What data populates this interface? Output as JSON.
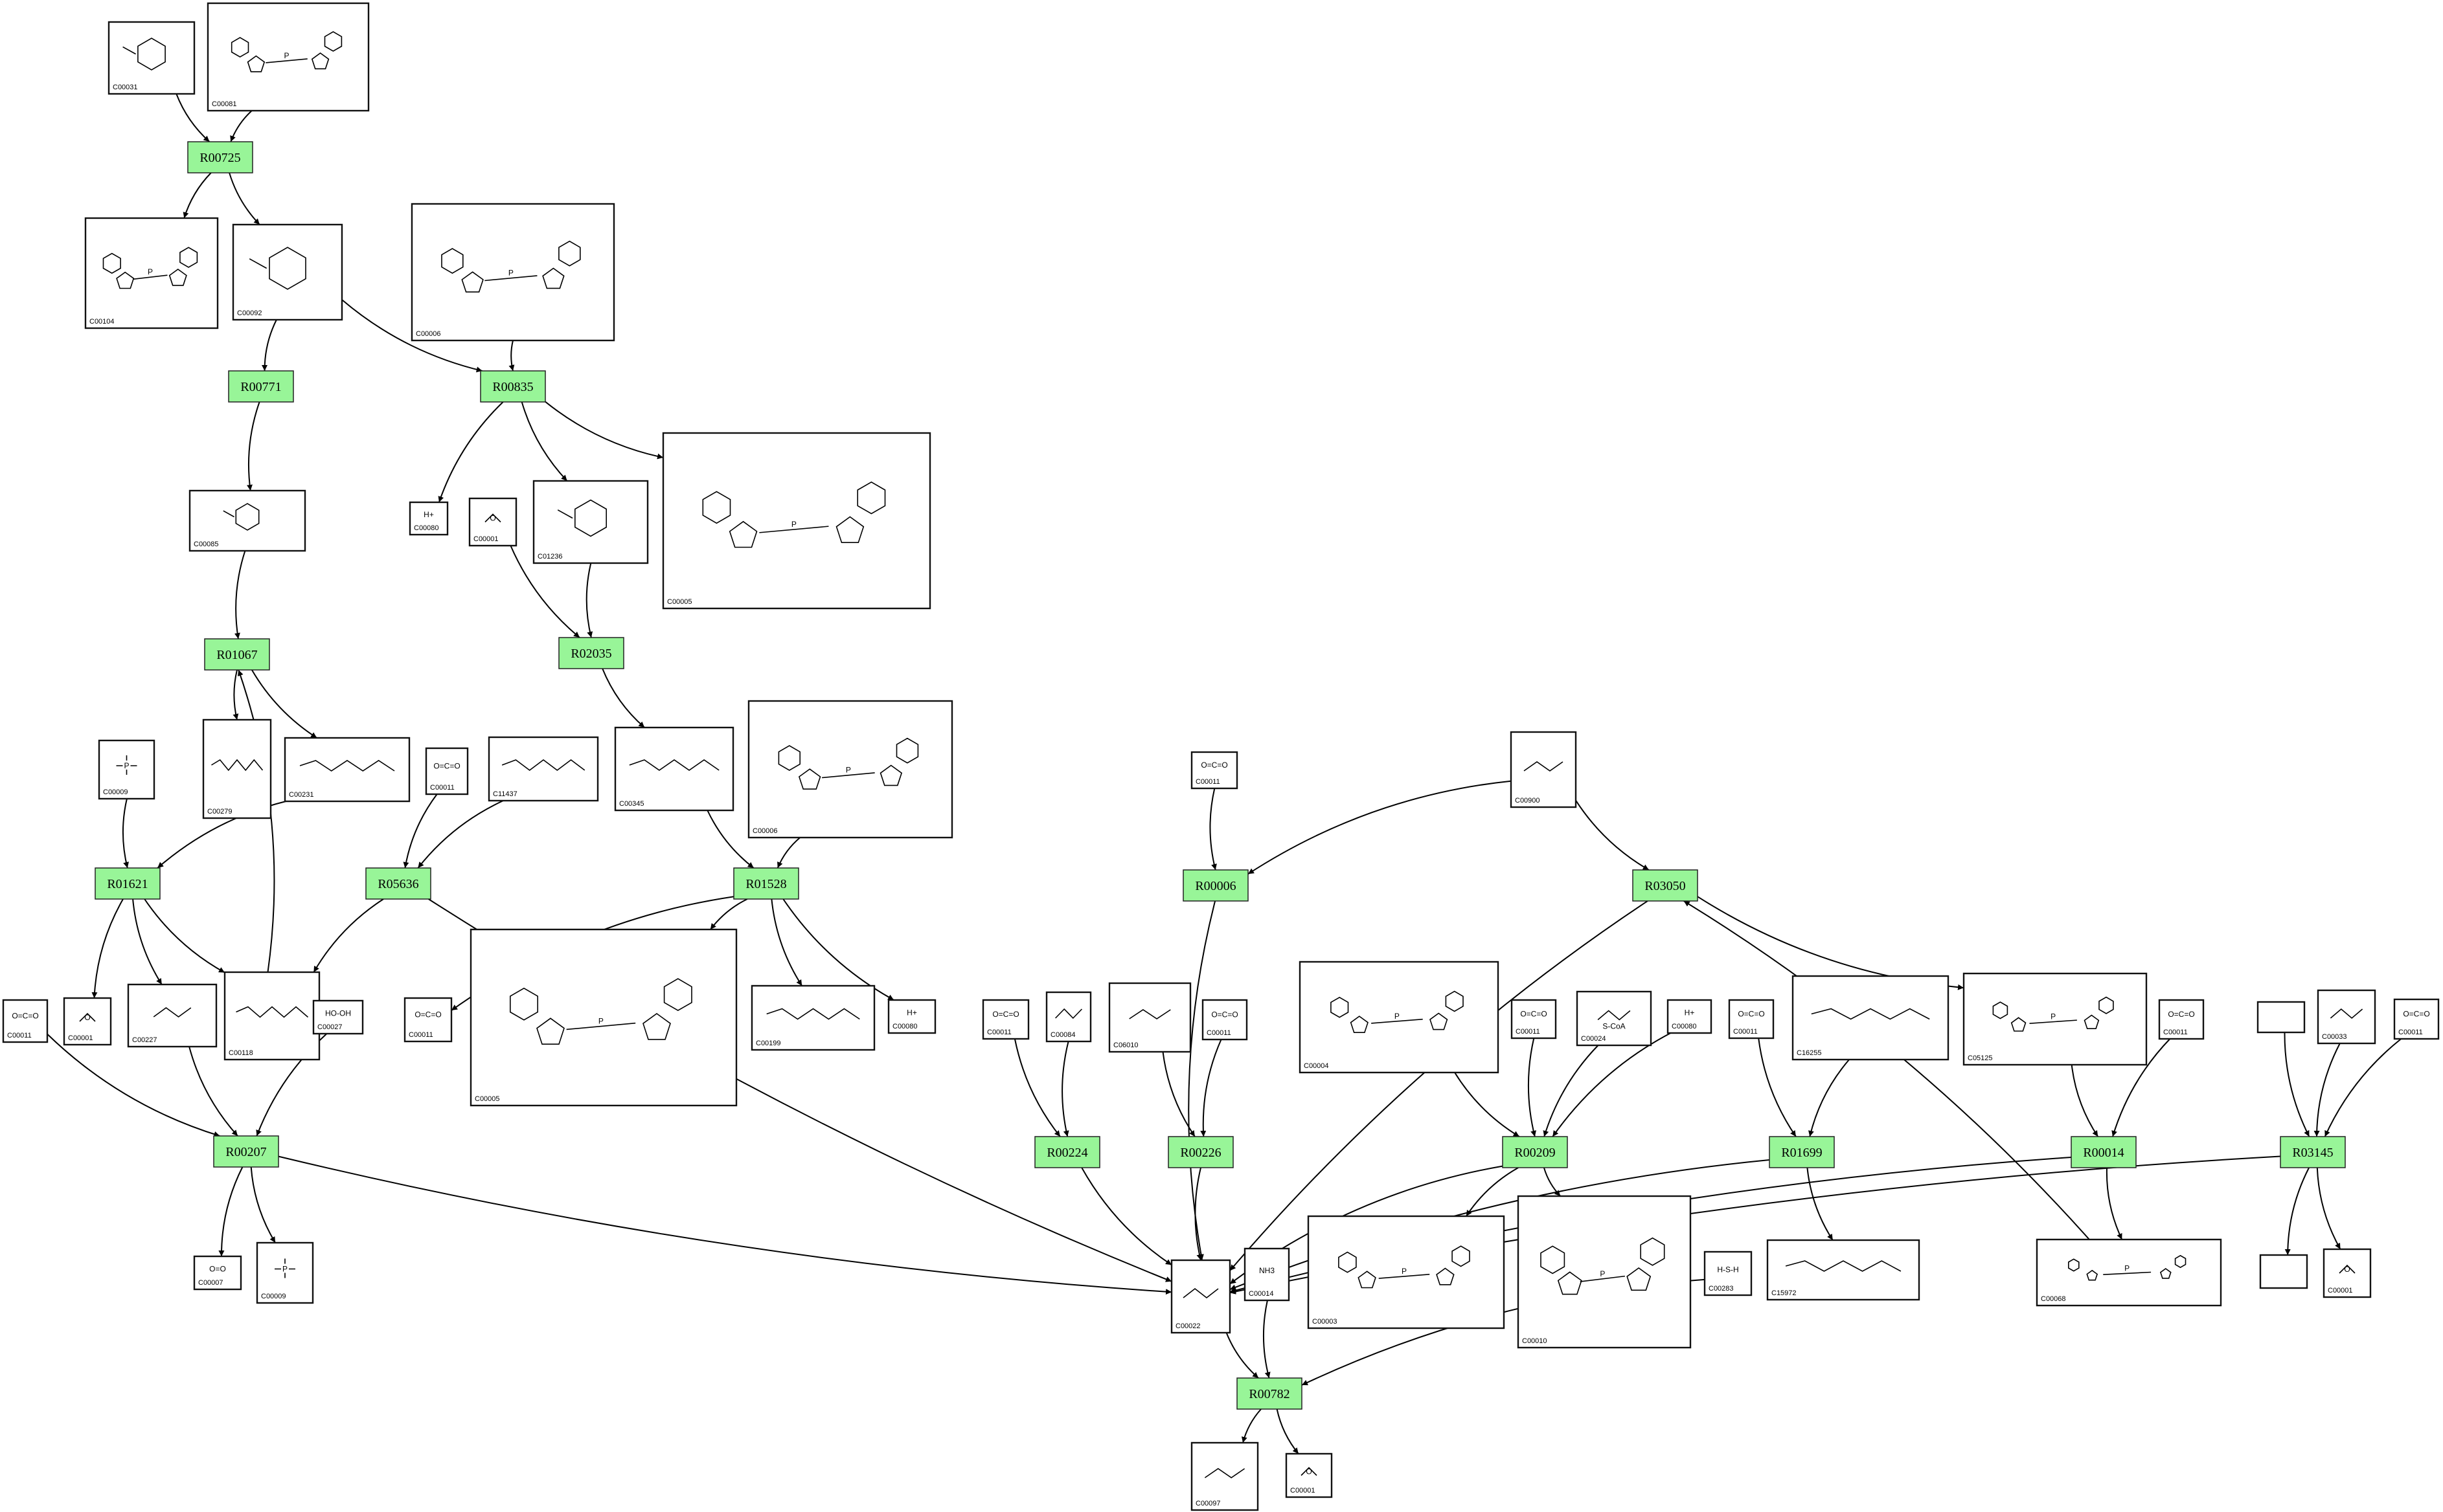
{
  "diagram": {
    "colors": {
      "reaction_fill": "#98f598",
      "compound_fill": "#ffffff",
      "stroke": "#000000"
    },
    "reactions": [
      {
        "id": "R00725",
        "label": "R00725"
      },
      {
        "id": "R00771",
        "label": "R00771"
      },
      {
        "id": "R00835",
        "label": "R00835"
      },
      {
        "id": "R01067",
        "label": "R01067"
      },
      {
        "id": "R02035",
        "label": "R02035"
      },
      {
        "id": "R01621",
        "label": "R01621"
      },
      {
        "id": "R05636",
        "label": "R05636"
      },
      {
        "id": "R01528",
        "label": "R01528"
      },
      {
        "id": "R00006",
        "label": "R00006"
      },
      {
        "id": "R03050",
        "label": "R03050"
      },
      {
        "id": "R00207",
        "label": "R00207"
      },
      {
        "id": "R00224",
        "label": "R00224"
      },
      {
        "id": "R00226",
        "label": "R00226"
      },
      {
        "id": "R00209",
        "label": "R00209"
      },
      {
        "id": "R01699",
        "label": "R01699"
      },
      {
        "id": "R00014",
        "label": "R00014"
      },
      {
        "id": "R03145",
        "label": "R03145"
      },
      {
        "id": "R00782",
        "label": "R00782"
      }
    ],
    "compounds": [
      {
        "id": "C00031a",
        "label": "C00031",
        "icon": "hexose-ring"
      },
      {
        "id": "C00081",
        "label": "C00081",
        "icon": "nucleotide-triphosphate"
      },
      {
        "id": "C00104",
        "label": "C00104",
        "icon": "nucleotide-diphosphate"
      },
      {
        "id": "C00092",
        "label": "C00092",
        "icon": "hexose-phosphate"
      },
      {
        "id": "C00006a",
        "label": "C00006",
        "icon": "nadp"
      },
      {
        "id": "C00085",
        "label": "C00085",
        "icon": "fructose-phosphate"
      },
      {
        "id": "C00080a",
        "label": "C00080",
        "icon": "proton",
        "text": "H+"
      },
      {
        "id": "C00001a",
        "label": "C00001",
        "icon": "water"
      },
      {
        "id": "C01236",
        "label": "C01236",
        "icon": "lactone-phosphate"
      },
      {
        "id": "C00005a",
        "label": "C00005",
        "icon": "nadph"
      },
      {
        "id": "C00279",
        "label": "C00279",
        "icon": "erythrose-phosphate"
      },
      {
        "id": "C00231",
        "label": "C00231",
        "icon": "xylulose-phosphate"
      },
      {
        "id": "C00009a",
        "label": "C00009",
        "icon": "phosphate"
      },
      {
        "id": "C00011a",
        "label": "C00011",
        "icon": "co2"
      },
      {
        "id": "C11437",
        "label": "C11437",
        "icon": "deoxyxylulose-phosphate"
      },
      {
        "id": "C00345",
        "label": "C00345",
        "icon": "gluconate-phosphate"
      },
      {
        "id": "C00006b",
        "label": "C00006",
        "icon": "nadp"
      },
      {
        "id": "C00011b",
        "label": "C00011",
        "icon": "co2"
      },
      {
        "id": "C00900",
        "label": "C00900",
        "icon": "acetolactate"
      },
      {
        "id": "C00011c",
        "label": "C00011",
        "icon": "co2"
      },
      {
        "id": "C00001b",
        "label": "C00001",
        "icon": "water"
      },
      {
        "id": "C00227",
        "label": "C00227",
        "icon": "acetyl-phosphate"
      },
      {
        "id": "C00118",
        "label": "C00118",
        "icon": "glyceraldehyde-phosphate"
      },
      {
        "id": "C00027",
        "label": "C00027",
        "icon": "peroxide",
        "text": "HO-OH"
      },
      {
        "id": "C00011d",
        "label": "C00011",
        "icon": "co2"
      },
      {
        "id": "C00005b",
        "label": "C00005",
        "icon": "nadph"
      },
      {
        "id": "C00199",
        "label": "C00199",
        "icon": "ribulose-phosphate"
      },
      {
        "id": "C00080b",
        "label": "C00080",
        "icon": "proton",
        "text": "H+"
      },
      {
        "id": "C00011e",
        "label": "C00011",
        "icon": "co2"
      },
      {
        "id": "C00084",
        "label": "C00084",
        "icon": "acetaldehyde"
      },
      {
        "id": "C06010",
        "label": "C06010",
        "icon": "acetolactate"
      },
      {
        "id": "C00011f",
        "label": "C00011",
        "icon": "co2"
      },
      {
        "id": "C00004",
        "label": "C00004",
        "icon": "nadh"
      },
      {
        "id": "C00011g",
        "label": "C00011",
        "icon": "co2"
      },
      {
        "id": "C00024",
        "label": "C00024",
        "icon": "acetyl-coa",
        "text": "S-CoA"
      },
      {
        "id": "C00080c",
        "label": "C00080",
        "icon": "proton",
        "text": "H+"
      },
      {
        "id": "C00011h",
        "label": "C00011",
        "icon": "co2"
      },
      {
        "id": "C16255",
        "label": "C16255",
        "icon": "acetyl-dihydrolipoyl"
      },
      {
        "id": "C05125",
        "label": "C05125",
        "icon": "thiamine-diphosphate-adduct"
      },
      {
        "id": "C00011i",
        "label": "C00011",
        "icon": "co2"
      },
      {
        "id": "blank1",
        "label": "",
        "icon": "empty"
      },
      {
        "id": "C00033",
        "label": "C00033",
        "icon": "acetate"
      },
      {
        "id": "C00011j",
        "label": "C00011",
        "icon": "co2"
      },
      {
        "id": "C00007",
        "label": "C00007",
        "icon": "oxygen",
        "text": "O=O"
      },
      {
        "id": "C00009b",
        "label": "C00009",
        "icon": "phosphate"
      },
      {
        "id": "C00022",
        "label": "C00022",
        "icon": "pyruvate"
      },
      {
        "id": "C00014",
        "label": "C00014",
        "icon": "ammonia"
      },
      {
        "id": "C00003",
        "label": "C00003",
        "icon": "nad"
      },
      {
        "id": "C00010",
        "label": "C00010",
        "icon": "coenzyme-a"
      },
      {
        "id": "C00283",
        "label": "C00283",
        "icon": "hydrogen-sulfide"
      },
      {
        "id": "C15972",
        "label": "C15972",
        "icon": "lipoyl"
      },
      {
        "id": "C00068",
        "label": "C00068",
        "icon": "thiamine-diphosphate"
      },
      {
        "id": "blank2",
        "label": "",
        "icon": "empty"
      },
      {
        "id": "C00001c",
        "label": "C00001",
        "icon": "water"
      },
      {
        "id": "C00097",
        "label": "C00097",
        "icon": "cysteine"
      },
      {
        "id": "C00001d",
        "label": "C00001",
        "icon": "water"
      }
    ],
    "edges": [
      [
        "C00031a",
        "R00725"
      ],
      [
        "C00081",
        "R00725"
      ],
      [
        "R00725",
        "C00104"
      ],
      [
        "R00725",
        "C00092"
      ],
      [
        "C00092",
        "R00771"
      ],
      [
        "C00092",
        "R00835"
      ],
      [
        "C00006a",
        "R00835"
      ],
      [
        "R00835",
        "C00080a"
      ],
      [
        "R00835",
        "C01236"
      ],
      [
        "R00835",
        "C00005a"
      ],
      [
        "R00771",
        "C00085"
      ],
      [
        "C00001a",
        "R02035"
      ],
      [
        "C01236",
        "R02035"
      ],
      [
        "C00085",
        "R01067"
      ],
      [
        "R01067",
        "C00279"
      ],
      [
        "R01067",
        "C00231"
      ],
      [
        "R02035",
        "C00345"
      ],
      [
        "C00231",
        "R01621"
      ],
      [
        "C00009a",
        "R01621"
      ],
      [
        "C00011a",
        "R05636"
      ],
      [
        "C11437",
        "R05636"
      ],
      [
        "C00345",
        "R01528"
      ],
      [
        "C00006b",
        "R01528"
      ],
      [
        "R01621",
        "C00001b"
      ],
      [
        "R01621",
        "C00227"
      ],
      [
        "R01621",
        "C00118"
      ],
      [
        "C00118",
        "R01067"
      ],
      [
        "R05636",
        "C00118"
      ],
      [
        "R05636",
        "C00022"
      ],
      [
        "R01528",
        "C00011d"
      ],
      [
        "R01528",
        "C00005b"
      ],
      [
        "R01528",
        "C00199"
      ],
      [
        "R01528",
        "C00080b"
      ],
      [
        "C00011b",
        "R00006"
      ],
      [
        "C00900",
        "R00006"
      ],
      [
        "C00900",
        "R03050"
      ],
      [
        "R00006",
        "C00022"
      ],
      [
        "R03050",
        "C00022"
      ],
      [
        "R03050",
        "C05125"
      ],
      [
        "C00011c",
        "R00207"
      ],
      [
        "C00227",
        "R00207"
      ],
      [
        "C00027",
        "R00207"
      ],
      [
        "R00207",
        "C00007"
      ],
      [
        "R00207",
        "C00009b"
      ],
      [
        "R00207",
        "C00022"
      ],
      [
        "C00011e",
        "R00224"
      ],
      [
        "C00084",
        "R00224"
      ],
      [
        "R00224",
        "C00022"
      ],
      [
        "C06010",
        "R00226"
      ],
      [
        "C00011f",
        "R00226"
      ],
      [
        "R00226",
        "C00022"
      ],
      [
        "C00004",
        "R00209"
      ],
      [
        "C00011g",
        "R00209"
      ],
      [
        "C00024",
        "R00209"
      ],
      [
        "C00080c",
        "R00209"
      ],
      [
        "R00209",
        "C00022"
      ],
      [
        "R00209",
        "C00003"
      ],
      [
        "R00209",
        "C00010"
      ],
      [
        "C00011h",
        "R01699"
      ],
      [
        "C16255",
        "R01699"
      ],
      [
        "R01699",
        "C00022"
      ],
      [
        "R01699",
        "C15972"
      ],
      [
        "C05125",
        "R00014"
      ],
      [
        "C00011i",
        "R00014"
      ],
      [
        "R00014",
        "C00022"
      ],
      [
        "R00014",
        "C00068"
      ],
      [
        "C00068",
        "R03050"
      ],
      [
        "blank1",
        "R03145"
      ],
      [
        "C00033",
        "R03145"
      ],
      [
        "C00011j",
        "R03145"
      ],
      [
        "R03145",
        "C00022"
      ],
      [
        "R03145",
        "blank2"
      ],
      [
        "R03145",
        "C00001c"
      ],
      [
        "C00022",
        "R00782"
      ],
      [
        "C00014",
        "R00782"
      ],
      [
        "C00283",
        "R00782"
      ],
      [
        "R00782",
        "C00097"
      ],
      [
        "R00782",
        "C00001d"
      ]
    ]
  }
}
